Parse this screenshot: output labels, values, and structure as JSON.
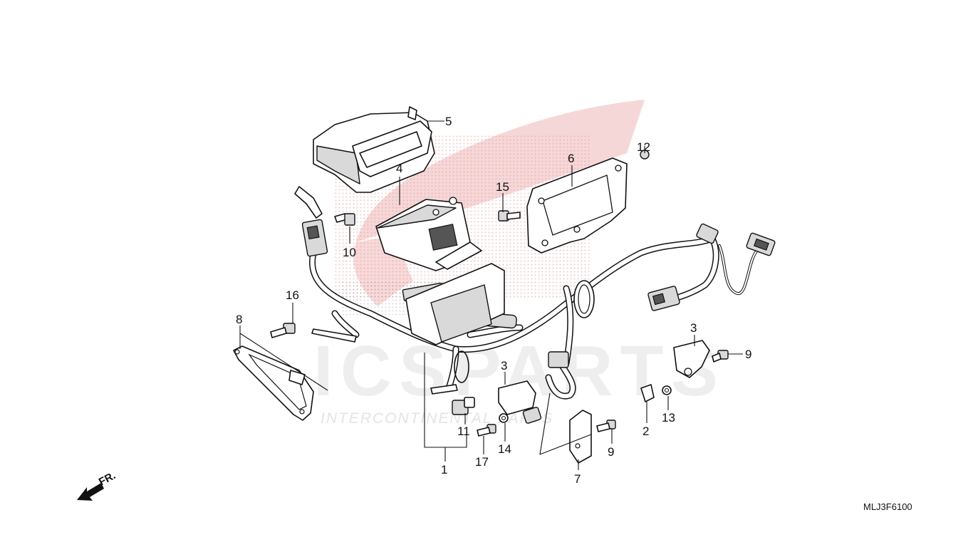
{
  "watermark": {
    "logo_text": "ICSPARTS",
    "tagline": "INTERCONTINENTAL PARTS",
    "wing_color": "#f2c8c8"
  },
  "callouts": {
    "c1": "1",
    "c2": "2",
    "c3a": "3",
    "c3b": "3",
    "c4": "4",
    "c5": "5",
    "c6": "6",
    "c7": "7",
    "c8": "8",
    "c9a": "9",
    "c9b": "9",
    "c10": "10",
    "c11": "11",
    "c12": "12",
    "c13": "13",
    "c14": "14",
    "c15": "15",
    "c16": "16",
    "c17": "17"
  },
  "direction_label": "FR.",
  "diagram_code": "MLJ3F6100"
}
